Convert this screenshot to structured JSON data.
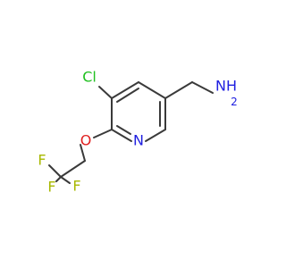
{
  "molecule": {
    "atoms": {
      "chlorine": "Cl",
      "oxygen": "O",
      "ring_nitrogen": "N",
      "amine": "NH",
      "amine_h2_subscript": "2",
      "fluorine_1": "F",
      "fluorine_2": "F",
      "fluorine_3": "F"
    }
  },
  "colors": {
    "bond": "#3a3a3a",
    "chlorine": "#20c020",
    "oxygen": "#e02020",
    "nitrogen": "#2020e0",
    "fluorine": "#a8b800"
  }
}
